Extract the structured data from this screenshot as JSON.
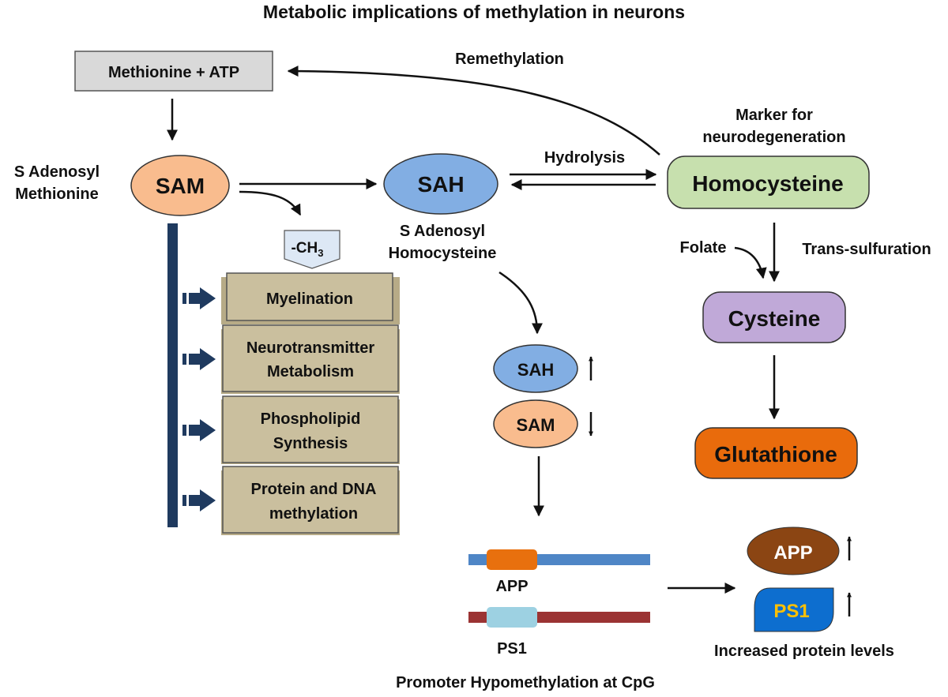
{
  "title": "Metabolic implications of methylation in neurons",
  "nodes": {
    "met_atp": "Methionine + ATP",
    "sam": "SAM",
    "sam_full_1": "S Adenosyl",
    "sam_full_2": "Methionine",
    "sah": "SAH",
    "sah_full_1": "S Adenosyl",
    "sah_full_2": "Homocysteine",
    "homocysteine": "Homocysteine",
    "marker_1": "Marker for",
    "marker_2": "neurodegeneration",
    "cysteine": "Cysteine",
    "glutathione": "Glutathione",
    "ch3_main": "-CH",
    "ch3_sub": "3",
    "sah_small": "SAH",
    "sam_small": "SAM",
    "app_gene": "APP",
    "ps1_gene": "PS1",
    "app_protein": "APP",
    "ps1_protein": "PS1"
  },
  "edges": {
    "remethylation": "Remethylation",
    "hydrolysis": "Hydrolysis",
    "folate": "Folate",
    "trans_sulfuration": "Trans-sulfuration"
  },
  "effects": {
    "myelination": "Myelination",
    "neurotransmitter_1": "Neurotransmitter",
    "neurotransmitter_2": "Metabolism",
    "phospholipid_1": "Phospholipid",
    "phospholipid_2": "Synthesis",
    "protein_dna_1": "Protein and DNA",
    "protein_dna_2": "methylation"
  },
  "captions": {
    "promoter": "Promoter Hypomethylation at CpG",
    "increased": "Increased protein levels"
  },
  "colors": {
    "sam": "#F9BC8E",
    "sah": "#82AEE3",
    "homocysteine": "#C7E0AE",
    "cysteine": "#C0A9D8",
    "glutathione": "#E96B0C",
    "met_atp": "#D9D9D9",
    "effect_box": "#CABF9E",
    "bar": "#1F3A5F",
    "app_protein": "#8B4513",
    "ps1_protein": "#0D6ECF",
    "ps1_text": "#FFC000",
    "app_gene_line": "#4F86C6",
    "ps1_gene_line": "#9B3333",
    "app_promoter": "#E8700E",
    "ps1_promoter": "#9DD1E2"
  }
}
